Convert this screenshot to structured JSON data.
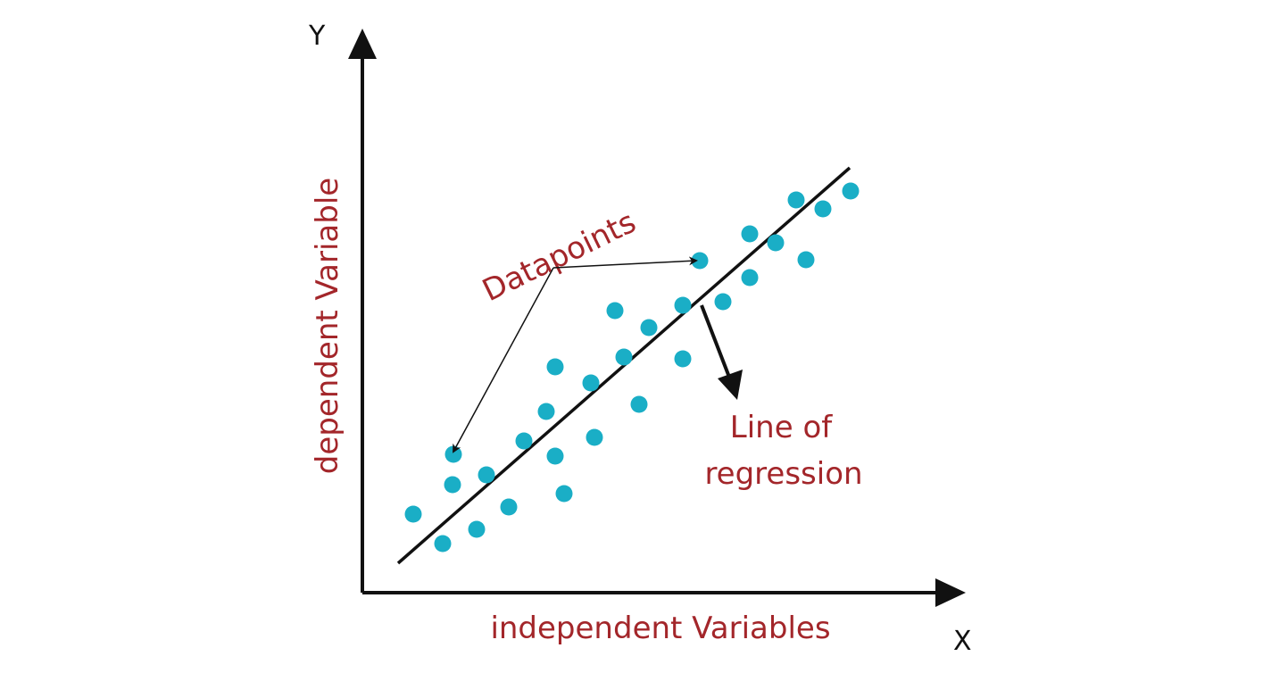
{
  "chart_data": {
    "type": "scatter",
    "title": "",
    "xlabel": "independent Variables",
    "ylabel": "dependent Variable",
    "x_axis_letter": "X",
    "y_axis_letter": "Y",
    "xlim": [
      0,
      67
    ],
    "ylim": [
      0,
      63
    ],
    "grid": false,
    "points": [
      [
        5.7,
        8.8
      ],
      [
        9.0,
        5.5
      ],
      [
        10.1,
        12.1
      ],
      [
        10.2,
        15.5
      ],
      [
        12.8,
        7.1
      ],
      [
        13.9,
        13.2
      ],
      [
        16.4,
        9.6
      ],
      [
        18.1,
        17.0
      ],
      [
        20.6,
        20.3
      ],
      [
        21.6,
        25.3
      ],
      [
        21.6,
        15.3
      ],
      [
        22.6,
        11.1
      ],
      [
        25.6,
        23.5
      ],
      [
        26.0,
        17.4
      ],
      [
        28.3,
        31.6
      ],
      [
        29.3,
        26.4
      ],
      [
        31.0,
        21.1
      ],
      [
        32.1,
        29.7
      ],
      [
        35.9,
        32.2
      ],
      [
        35.9,
        26.2
      ],
      [
        37.8,
        37.2
      ],
      [
        40.4,
        32.6
      ],
      [
        43.4,
        40.2
      ],
      [
        43.4,
        35.3
      ],
      [
        46.3,
        39.2
      ],
      [
        48.6,
        44.0
      ],
      [
        49.7,
        37.3
      ],
      [
        51.6,
        43.0
      ],
      [
        54.7,
        45.0
      ]
    ],
    "regression_line": [
      [
        4.0,
        3.3
      ],
      [
        54.6,
        47.6
      ]
    ],
    "annotations": {
      "datapoints": "Datapoints",
      "line_of_regression_1": "Line of",
      "line_of_regression_2": "regression"
    },
    "colors": {
      "point": "#1aaec6",
      "label": "#a3262a",
      "axis": "#111111"
    }
  }
}
